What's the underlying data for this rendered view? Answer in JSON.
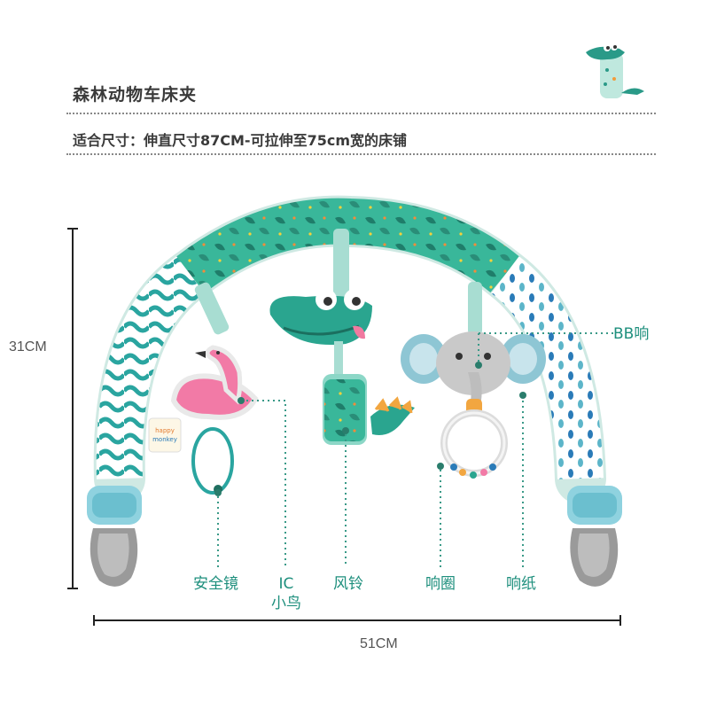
{
  "title": "森林动物车床夹",
  "fit_size": "适合尺寸：伸直尺寸87CM-可拉伸至75cm宽的床铺",
  "dimensions": {
    "height": "31CM",
    "width": "51CM"
  },
  "callouts": {
    "mirror": "安全镜",
    "ic": "IC",
    "bird": "小鸟",
    "windbell": "风铃",
    "ring": "响圈",
    "paper": "响纸",
    "bb": "BB响"
  },
  "tag_text": "happy monkey",
  "colors": {
    "accent": "#1e8f7d",
    "teal": "#2fa58f",
    "rail": "#e8f2ef"
  }
}
